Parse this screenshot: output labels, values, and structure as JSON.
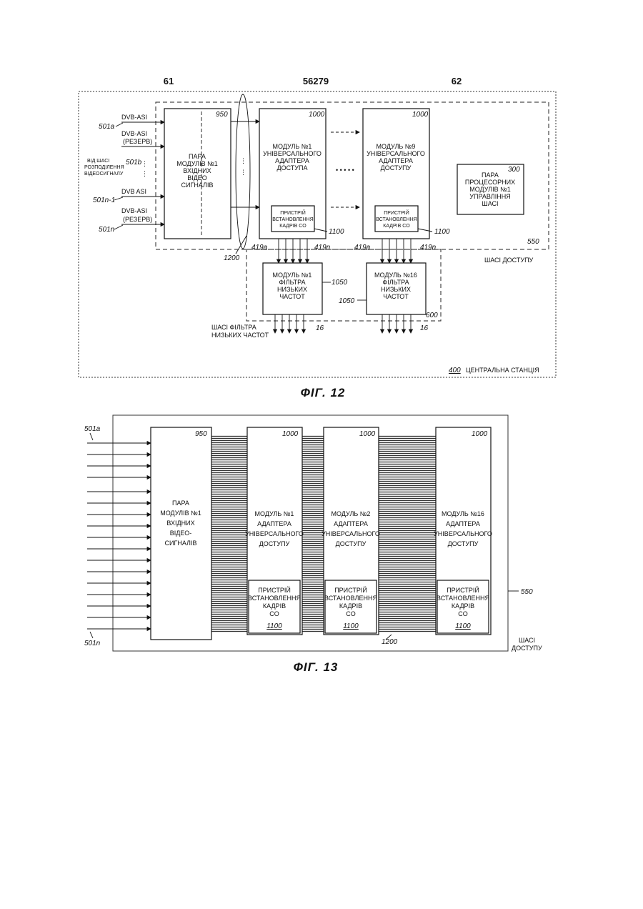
{
  "header": {
    "left_num": "61",
    "doc_num": "56279",
    "right_num": "62"
  },
  "fig12": {
    "inputs": {
      "dvb1": "DVB-ASI",
      "dvb2": "DVB-ASI",
      "dvb2_sub": "(РЕЗЕРВ)",
      "src_l1": "ВІД ШАСІ",
      "src_l2": "РОЗПОДІЛЕННЯ",
      "src_l3": "ВІДЕОСИГНАЛУ",
      "dvb3": "DVB ASI",
      "dvb4": "DVB-ASI",
      "dvb4_sub": "(РЕЗЕРВ)",
      "ref_a": "501a",
      "ref_b": "501b",
      "ref_n1": "501n-1",
      "ref_n": "501n"
    },
    "input_module": {
      "ref": "950",
      "l1": "ПАРА",
      "l2": "МОДУЛІВ №1",
      "l3": "ВХІДНИХ",
      "l4": "ВІДЕО",
      "l5": "СИГНАЛІВ"
    },
    "adapter1": {
      "ref": "1000",
      "l1": "МОДУЛЬ №1",
      "l2": "УНІВЕРСАЛЬНОГО",
      "l3": "АДАПТЕРА",
      "l4": "ДОСТУПА"
    },
    "adapter9": {
      "ref": "1000",
      "l1": "МОДУЛЬ №9",
      "l2": "УНІВЕРСАЛЬНОГО",
      "l3": "АДАПТЕРА",
      "l4": "ДОСТУПУ"
    },
    "framer": {
      "l1": "ПРИСТРІЙ",
      "l2": "ВСТАНОВЛЕННЯ",
      "l3": "КАДРІВ CO",
      "ref": "1100"
    },
    "processor": {
      "ref": "300",
      "l1": "ПАРА",
      "l2": "ПРОЦЕСОРНИХ",
      "l3": "МОДУЛІВ №1",
      "l4": "УПРАВЛІННЯ",
      "l5": "ШАСІ"
    },
    "refs": {
      "r550": "550",
      "r1200": "1200",
      "r419a": "419a",
      "r419n": "419n",
      "r1050": "1050",
      "r600": "600",
      "r16": "16"
    },
    "chassis_access": "ШАСІ ДОСТУПУ",
    "filter1": {
      "l1": "МОДУЛЬ №1",
      "l2": "ФІЛЬТРА",
      "l3": "НИЗЬКИХ",
      "l4": "ЧАСТОТ"
    },
    "filter16": {
      "l1": "МОДУЛЬ №16",
      "l2": "ФІЛЬТРА",
      "l3": "НИЗЬКИХ",
      "l4": "ЧАСТОТ"
    },
    "filter_chassis_l1": "ШАСІ ФІЛЬТРА",
    "filter_chassis_l2": "НИЗЬКИХ ЧАСТОТ",
    "station_ref": "400",
    "station": "ЦЕНТРАЛЬНА СТАНЦІЯ",
    "caption": "ФІГ. 12"
  },
  "fig13": {
    "ref_a": "501a",
    "ref_n": "501n",
    "input_module": {
      "ref": "950",
      "l1": "ПАРА",
      "l2": "МОДУЛІВ №1",
      "l3": "ВХІДНИХ",
      "l4": "ВІДЕО-",
      "l5": "СИГНАЛІВ"
    },
    "adapter1": {
      "ref": "1000",
      "l1": "МОДУЛЬ №1",
      "l2": "АДАПТЕРА",
      "l3": "УНІВЕРСАЛЬНОГО",
      "l4": "ДОСТУПУ"
    },
    "adapter2": {
      "ref": "1000",
      "l1": "МОДУЛЬ №2",
      "l2": "АДАПТЕРА",
      "l3": "УНІВЕРСАЛЬНОГО",
      "l4": "ДОСТУПУ"
    },
    "adapter16": {
      "ref": "1000",
      "l1": "МОДУЛЬ №16",
      "l2": "АДАПТЕРА",
      "l3": "УНІВЕРСАЛЬНОГО",
      "l4": "ДОСТУПУ"
    },
    "framer": {
      "l1": "ПРИСТРІЙ",
      "l2": "ВСТАНОВЛЕННЯ",
      "l3": "КАДРІВ",
      "l4": "CO",
      "ref": "1100"
    },
    "r550": "550",
    "r1200": "1200",
    "chassis_l1": "ШАСІ",
    "chassis_l2": "ДОСТУПУ",
    "caption": "ФІГ. 13"
  }
}
